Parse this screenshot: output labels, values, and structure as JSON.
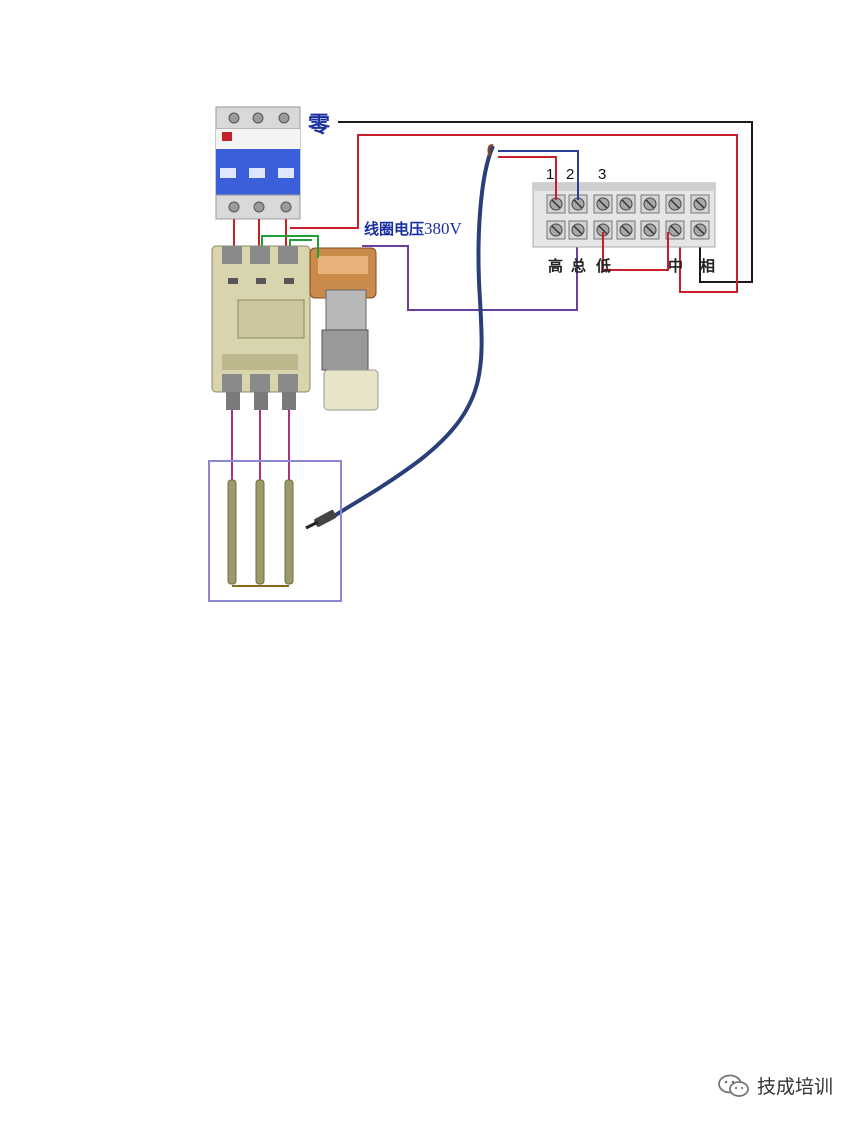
{
  "labels": {
    "neutral": "零",
    "coil_voltage_text": "线圈电压",
    "coil_voltage_value": "380V",
    "terminal_numbers": [
      "1",
      "2",
      "3"
    ],
    "terminal_high": "高",
    "terminal_total": "总",
    "terminal_low": "低",
    "terminal_middle": "中",
    "terminal_phase": "相"
  },
  "watermark": {
    "text": "技成培训"
  },
  "colors": {
    "neutral_wire": "#1b1b1b",
    "phase_wire": "#c8202a",
    "coil_wire": "#6a3fa0",
    "sensor_wire": "#2a3f7a",
    "heater_wire": "#b0307a",
    "label_blue": "#1a2fa0",
    "breaker_body": "#3a5fd8",
    "contactor_body": "#d8d4ae"
  },
  "icons": [
    "wechat-icon"
  ]
}
